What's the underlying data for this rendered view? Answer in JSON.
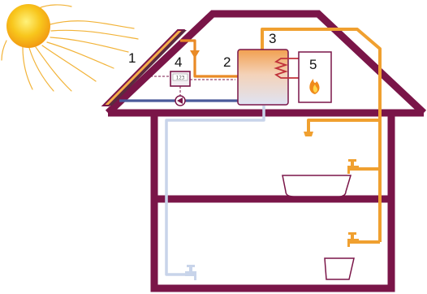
{
  "labels": {
    "collector": "1",
    "storage_tank": "2",
    "hot_water_line": "3",
    "controller": "4",
    "boiler": "5"
  },
  "controller_display": "123",
  "colors": {
    "house_outline": "#7a1548",
    "hot_pipe": "#f0a030",
    "solar_loop_hot": "#e98a26",
    "solar_loop_return": "#4a5a9a",
    "cold_pipe": "#c8d4ea",
    "sun": "#f7c21a",
    "flame": "#f08a1c"
  },
  "icons": [
    "sun-icon",
    "solar-collector-icon",
    "pump-icon",
    "controller-icon",
    "flame-icon",
    "faucet-icon",
    "shower-head-icon",
    "bathtub-icon",
    "sink-icon"
  ]
}
